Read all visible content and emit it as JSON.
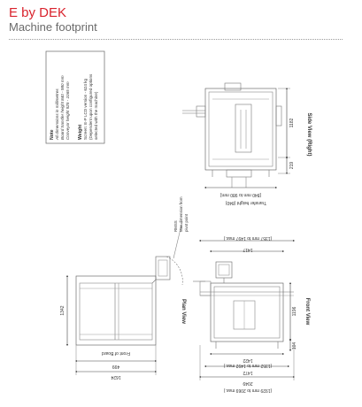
{
  "header": {
    "title": "E by DEK",
    "subtitle": "Machine footprint"
  },
  "note_box": {
    "note_heading": "Note",
    "note_line1": "All dimensions in millimetres",
    "note_line2": "Board transfer height 840 - 980 mm",
    "note_line3": "Conveyor height 925 - 1065 mm",
    "weight_heading": "Weight",
    "weight_line1": "Screen: E-P LCD version - 624 kg",
    "weight_line2": "(Dependent upon configured options",
    "weight_line3": "selected with the machine)"
  },
  "side_view": {
    "label": "Side View (Right)",
    "dim_1182": "1182",
    "dim_219": "219",
    "dim_transfer": "[840 mm to 980 mm]",
    "transfer_caption": "Transfer height (840)"
  },
  "plan_view": {
    "label": "Plan View",
    "rmss_line1": "RMSS",
    "rmss_line2": "Max dimension from",
    "rmss_line3": "pivot point",
    "dim_1342": "1342",
    "front_caption": "Front of Board",
    "dim_499": "499",
    "dim_1624": "1624"
  },
  "front_view": {
    "label": "Front View",
    "dim_top1": "(1357 mm to 1497 max.)",
    "dim_top2": "1417",
    "dim_1196": "1196",
    "dim_104": "104",
    "dim_b1": "1422",
    "dim_b2": "(1352 mm to 1492 max.)",
    "dim_b3": "1472",
    "dim_b4": "2049",
    "dim_b5": "(1929 mm to 2069 max.)"
  }
}
